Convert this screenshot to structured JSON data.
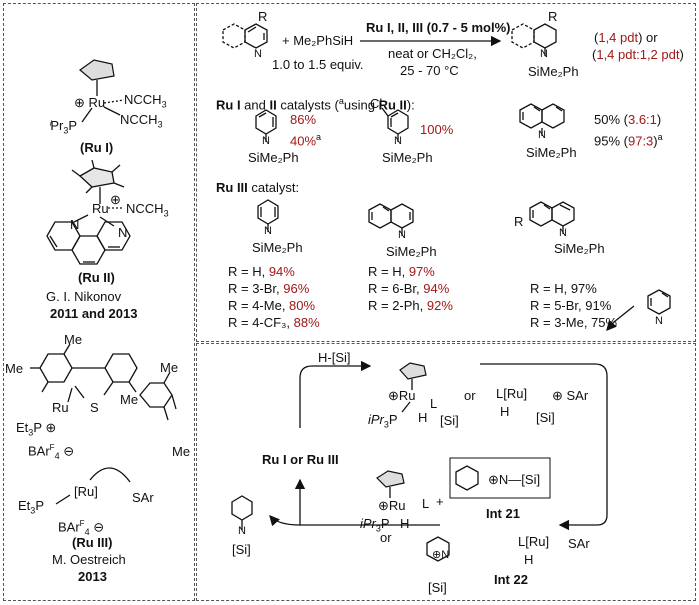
{
  "catalysts": {
    "ru1_label": "Ru I",
    "ru2_label": "Ru II",
    "ru3_label": "Ru III",
    "nikonov_author": "G. I. Nikonov",
    "nikonov_years": "2011 and 2013",
    "oestreich_author": "M. Oestreich",
    "oestreich_year": "2013",
    "ncch3": "NCCH",
    "ipr3p": "Pr",
    "et3p": "Et",
    "baraf": "BAr",
    "sar": "SAr",
    "s": "S"
  },
  "reaction": {
    "reagent": "+ Me₂PhSiH",
    "equiv": "1.0 to 1.5 equiv.",
    "conditions_line1": "Ru I, II, III (0.7 - 5 mol%)",
    "conditions_line2": "neat or CH₂Cl₂,",
    "conditions_line3": "25 - 70 °C",
    "selectivity_1": "1,4 pdt",
    "selectivity_2": "1,4 pdt:1,2 pdt",
    "substituent_r": "R",
    "sime2ph": "SiMe₂Ph"
  },
  "section_ru12": {
    "heading_pre": "Ru I",
    "heading_mid": " and ",
    "heading_b2": "II",
    "heading_post": " catalysts (",
    "heading_a": "a",
    "heading_using": "using ",
    "heading_ru2": "Ru II",
    "heading_end": "):",
    "yield_py_1": "86%",
    "yield_py_2": "40%",
    "yield_cl": "100%",
    "cl": "Cl",
    "quin_yield_1": "50%",
    "quin_ratio_1": "3.6:1",
    "quin_yield_2": "95%",
    "quin_ratio_2": "97:3"
  },
  "section_ru3": {
    "heading": "Ru III",
    "heading_post": " catalyst:",
    "pyridine_results": [
      {
        "sub": "R = H, ",
        "yield": "94%"
      },
      {
        "sub": "R = 3-Br, ",
        "yield": "96%"
      },
      {
        "sub": "R = 4-Me, ",
        "yield": "80%"
      },
      {
        "sub": "R = 4-CF₃, ",
        "yield": "88%"
      }
    ],
    "quinoline_results": [
      {
        "sub": "R = H, ",
        "yield": "97%"
      },
      {
        "sub": "R = 6-Br, ",
        "yield": "94%"
      },
      {
        "sub": "R = 2-Ph, ",
        "yield": "92%"
      }
    ],
    "isoquinoline_results": [
      "R = H, 97%",
      "R = 5-Br, 91%",
      "R = 3-Me, 75%"
    ]
  },
  "mechanism": {
    "hsi": "H-[Si]",
    "or": "or",
    "ru1_or_ru3": "Ru I or Ru III",
    "int21": "Int 21",
    "int22": "Int 22",
    "si": "[Si]",
    "lru": "L[Ru]",
    "ru": "Ru",
    "l": "L",
    "h": "H",
    "ipr3p": "iPr",
    "n": "N"
  }
}
